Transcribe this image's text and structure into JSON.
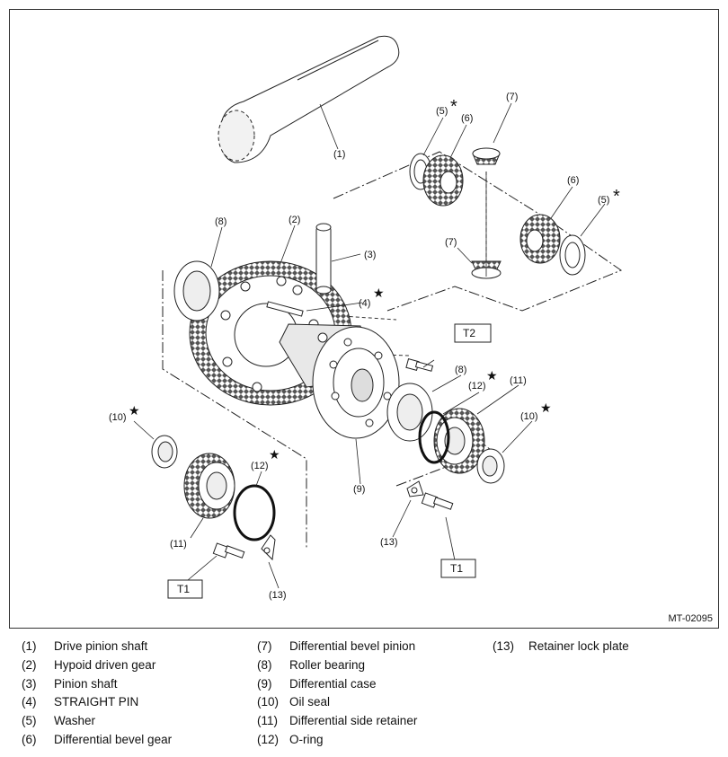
{
  "figure_id": "MT-02095",
  "callouts": {
    "c1": "(1)",
    "c2": "(2)",
    "c3": "(3)",
    "c4": "(4)",
    "c5a": "(5)",
    "c5b": "(5)",
    "c6a": "(6)",
    "c6b": "(6)",
    "c7a": "(7)",
    "c7b": "(7)",
    "c8a": "(8)",
    "c8b": "(8)",
    "c9": "(9)",
    "c10a": "(10)",
    "c10b": "(10)",
    "c11a": "(11)",
    "c11b": "(11)",
    "c12a": "(12)",
    "c12b": "(12)",
    "c13a": "(13)",
    "c13b": "(13)",
    "t1a": "T1",
    "t1b": "T1",
    "t2": "T2"
  },
  "marks": {
    "star": "★",
    "asterisk": "*"
  },
  "legend": [
    {
      "num": "(1)",
      "text": "Drive pinion shaft"
    },
    {
      "num": "(2)",
      "text": "Hypoid driven gear"
    },
    {
      "num": "(3)",
      "text": "Pinion shaft"
    },
    {
      "num": "(4)",
      "text": "STRAIGHT PIN"
    },
    {
      "num": "(5)",
      "text": "Washer"
    },
    {
      "num": "(6)",
      "text": "Differential bevel gear"
    },
    {
      "num": "(7)",
      "text": "Differential bevel pinion"
    },
    {
      "num": "(8)",
      "text": "Roller bearing"
    },
    {
      "num": "(9)",
      "text": "Differential case"
    },
    {
      "num": "(10)",
      "text": "Oil seal"
    },
    {
      "num": "(11)",
      "text": "Differential side retainer"
    },
    {
      "num": "(12)",
      "text": "O-ring"
    },
    {
      "num": "(13)",
      "text": "Retainer lock plate"
    }
  ]
}
